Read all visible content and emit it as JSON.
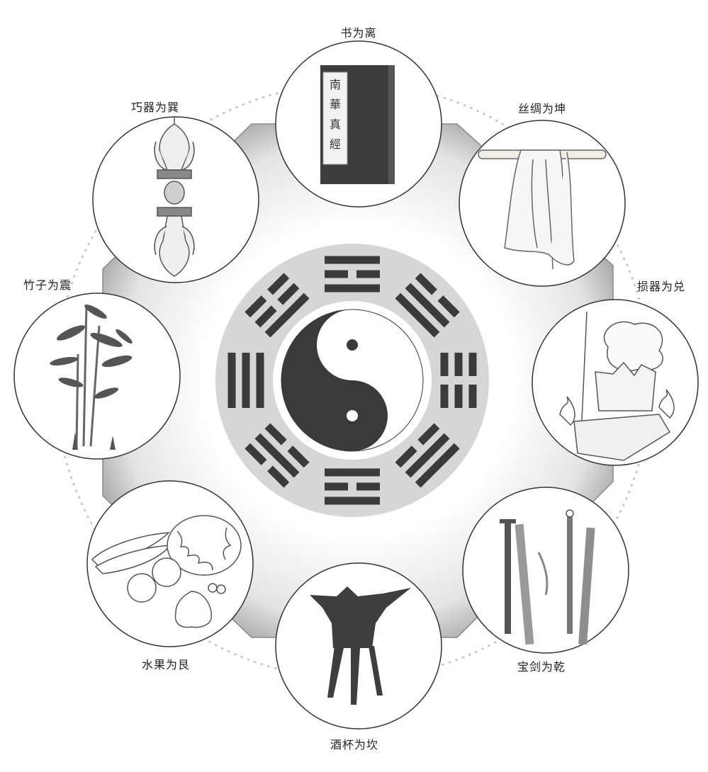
{
  "diagram": {
    "items": [
      {
        "id": "li",
        "caption": "书为离",
        "object": "book",
        "book_title": "南華真經"
      },
      {
        "id": "kun",
        "caption": "丝绸为坤",
        "object": "silk"
      },
      {
        "id": "dui",
        "caption": "损器为兑",
        "object": "broken-vessel"
      },
      {
        "id": "qian",
        "caption": "宝剑为乾",
        "object": "swords"
      },
      {
        "id": "kan",
        "caption": "酒杯为坎",
        "object": "wine-cup"
      },
      {
        "id": "gen",
        "caption": "水果为艮",
        "object": "fruit"
      },
      {
        "id": "zhen",
        "caption": "竹子为震",
        "object": "bamboo"
      },
      {
        "id": "xun",
        "caption": "巧器为巽",
        "object": "vajra"
      }
    ],
    "center": {
      "symbol": "taiji",
      "trigram_ring": "bagua"
    },
    "colors": {
      "octagon": "#bdbdbd",
      "ring": "#d6d6d6",
      "mark": "#3a3a3a",
      "line": "#555555"
    }
  }
}
